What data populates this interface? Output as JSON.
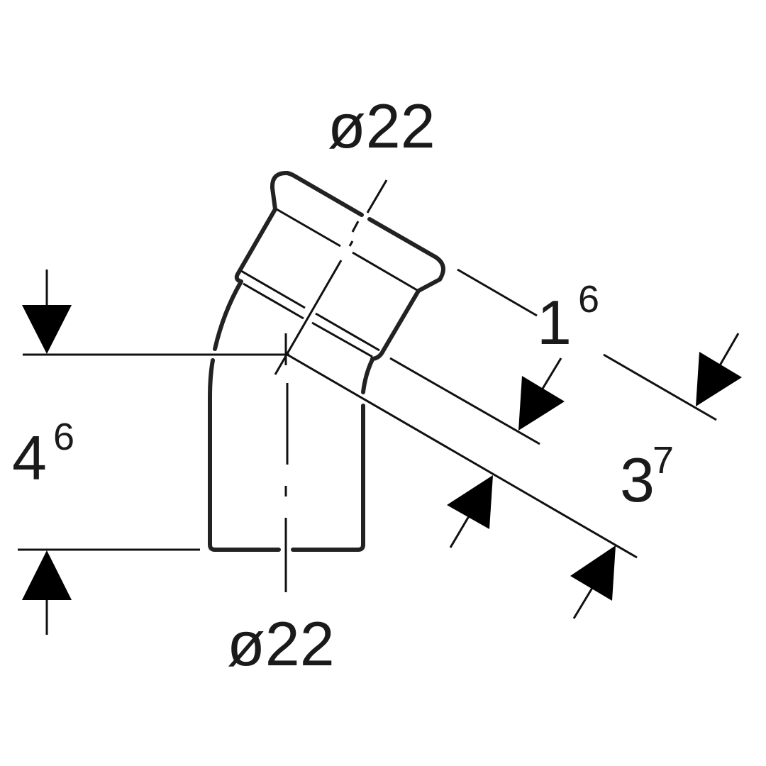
{
  "dimensions": {
    "top_diameter": "ø22",
    "bottom_diameter": "ø22",
    "insertion_depth": {
      "base": "1",
      "sup": "6"
    },
    "height": {
      "base": "4",
      "sup": "6"
    },
    "offset": {
      "base": "3",
      "sup": "7"
    }
  },
  "colors": {
    "line": "#111111",
    "background": "#ffffff"
  }
}
